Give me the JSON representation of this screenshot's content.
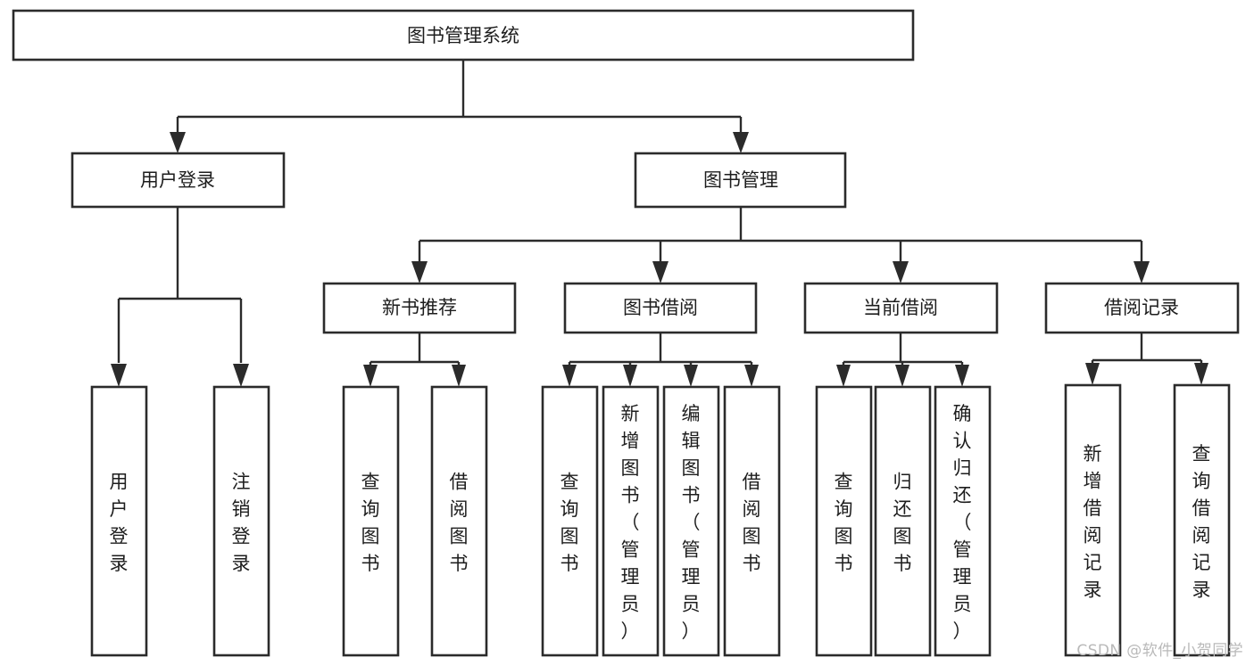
{
  "diagram": {
    "type": "tree",
    "title": "图书管理系统",
    "watermark": "CSDN @软件_小贺同学",
    "colors": {
      "background": "#ffffff",
      "stroke": "#2b2b2b",
      "box_fill": "#ffffff",
      "text": "#1d1d1d",
      "watermark": "#b9b9b9"
    },
    "root": {
      "label": "图书管理系统",
      "orientation": "horizontal"
    },
    "level1": [
      {
        "label": "用户登录",
        "orientation": "horizontal"
      },
      {
        "label": "图书管理",
        "orientation": "horizontal"
      }
    ],
    "level2": [
      {
        "label": "新书推荐",
        "orientation": "horizontal",
        "parent": "图书管理"
      },
      {
        "label": "图书借阅",
        "orientation": "horizontal",
        "parent": "图书管理"
      },
      {
        "label": "当前借阅",
        "orientation": "horizontal",
        "parent": "图书管理"
      },
      {
        "label": "借阅记录",
        "orientation": "horizontal",
        "parent": "图书管理"
      }
    ],
    "leaves": {
      "用户登录": [
        {
          "label": "用户登录",
          "orientation": "vertical"
        },
        {
          "label": "注销登录",
          "orientation": "vertical"
        }
      ],
      "新书推荐": [
        {
          "label": "查询图书",
          "orientation": "vertical"
        },
        {
          "label": "借阅图书",
          "orientation": "vertical"
        }
      ],
      "图书借阅": [
        {
          "label": "查询图书",
          "orientation": "vertical"
        },
        {
          "label": "新增图书（管理员）",
          "orientation": "vertical"
        },
        {
          "label": "编辑图书（管理员）",
          "orientation": "vertical"
        },
        {
          "label": "借阅图书",
          "orientation": "vertical"
        }
      ],
      "当前借阅": [
        {
          "label": "查询图书",
          "orientation": "vertical"
        },
        {
          "label": "归还图书",
          "orientation": "vertical"
        },
        {
          "label": "确认归还（管理员）",
          "orientation": "vertical"
        }
      ],
      "借阅记录": [
        {
          "label": "新增借阅记录",
          "orientation": "vertical"
        },
        {
          "label": "查询借阅记录",
          "orientation": "vertical"
        }
      ]
    }
  }
}
